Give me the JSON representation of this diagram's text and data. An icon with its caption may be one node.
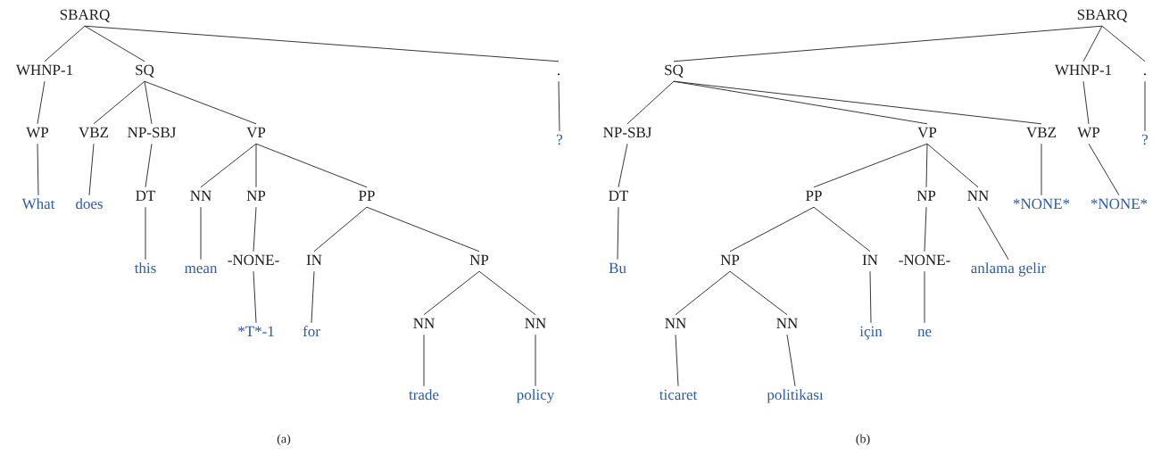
{
  "diagram": {
    "nodes": [
      {
        "text": [
          "SBARQ"
        ]
      },
      {
        "text": [
          "WHNP-1"
        ]
      },
      {
        "text": [
          "SQ"
        ]
      },
      {
        "text": [
          "."
        ]
      },
      {
        "text": [
          "WP"
        ]
      },
      {
        "text": [
          "VBZ"
        ]
      },
      {
        "text": [
          "NP-SBJ"
        ]
      },
      {
        "text": [
          "VP"
        ]
      },
      {
        "text": [
          "?"
        ]
      },
      {
        "text": [
          "What"
        ]
      },
      {
        "text": [
          "does"
        ]
      },
      {
        "text": [
          "DT"
        ]
      },
      {
        "text": [
          "NN"
        ]
      },
      {
        "text": [
          "NP"
        ]
      },
      {
        "text": [
          "PP"
        ]
      },
      {
        "text": [
          "this"
        ]
      },
      {
        "text": [
          "mean"
        ]
      },
      {
        "text": [
          "-NONE-"
        ]
      },
      {
        "text": [
          "IN"
        ]
      },
      {
        "text": [
          "*T*-1"
        ]
      },
      {
        "text": [
          "for"
        ]
      },
      {
        "text": [
          "NP"
        ]
      },
      {
        "text": [
          "NN"
        ]
      },
      {
        "text": [
          "NN"
        ]
      },
      {
        "text": [
          "trade"
        ]
      },
      {
        "text": [
          "policy"
        ]
      },
      {
        "text": [
          "SBARQ"
        ]
      },
      {
        "text": [
          "SQ"
        ]
      },
      {
        "text": [
          "WHNP-1"
        ]
      },
      {
        "text": [
          "."
        ]
      },
      {
        "text": [
          "NP-SBJ"
        ]
      },
      {
        "text": [
          "VP"
        ]
      },
      {
        "text": [
          "VBZ"
        ]
      },
      {
        "text": [
          "WP"
        ]
      },
      {
        "text": [
          "?"
        ]
      },
      {
        "text": [
          "DT"
        ]
      },
      {
        "text": [
          "PP"
        ]
      },
      {
        "text": [
          "NP"
        ]
      },
      {
        "text": [
          "NN"
        ]
      },
      {
        "text": [
          "*NONE*"
        ]
      },
      {
        "text": [
          "*NONE*"
        ]
      },
      {
        "text": [
          "Bu"
        ]
      },
      {
        "text": [
          "NP"
        ]
      },
      {
        "text": [
          "IN"
        ]
      },
      {
        "text": [
          "-NONE-"
        ]
      },
      {
        "text": [
          "anlama gelir"
        ]
      },
      {
        "text": [
          "NN"
        ]
      },
      {
        "text": [
          "NN"
        ]
      },
      {
        "text": [
          "için"
        ]
      },
      {
        "text": [
          "ne"
        ]
      },
      {
        "text": [
          "ticaret"
        ]
      },
      {
        "text": [
          "politikası"
        ]
      }
    ],
    "edges": [
      {
        "from": 0,
        "to": 1,
        "arrow": "none"
      },
      {
        "from": 0,
        "to": 2,
        "arrow": "none"
      },
      {
        "from": 0,
        "to": 3,
        "arrow": "none"
      },
      {
        "from": 1,
        "to": 4,
        "arrow": "none"
      },
      {
        "from": 2,
        "to": 5,
        "arrow": "none"
      },
      {
        "from": 2,
        "to": 6,
        "arrow": "none"
      },
      {
        "from": 2,
        "to": 7,
        "arrow": "none"
      },
      {
        "from": 3,
        "to": 8,
        "arrow": "none"
      },
      {
        "from": 4,
        "to": 9,
        "arrow": "none"
      },
      {
        "from": 5,
        "to": 10,
        "arrow": "none"
      },
      {
        "from": 6,
        "to": 11,
        "arrow": "none"
      },
      {
        "from": 7,
        "to": 12,
        "arrow": "none"
      },
      {
        "from": 7,
        "to": 13,
        "arrow": "none"
      },
      {
        "from": 7,
        "to": 14,
        "arrow": "none"
      },
      {
        "from": 11,
        "to": 15,
        "arrow": "none"
      },
      {
        "from": 12,
        "to": 16,
        "arrow": "none"
      },
      {
        "from": 13,
        "to": 17,
        "arrow": "none"
      },
      {
        "from": 14,
        "to": 18,
        "arrow": "none"
      },
      {
        "from": 14,
        "to": 21,
        "arrow": "none"
      },
      {
        "from": 17,
        "to": 19,
        "arrow": "none"
      },
      {
        "from": 18,
        "to": 20,
        "arrow": "none"
      },
      {
        "from": 21,
        "to": 22,
        "arrow": "none"
      },
      {
        "from": 21,
        "to": 23,
        "arrow": "none"
      },
      {
        "from": 22,
        "to": 24,
        "arrow": "none"
      },
      {
        "from": 23,
        "to": 25,
        "arrow": "none"
      },
      {
        "from": 26,
        "to": 27,
        "arrow": "none"
      },
      {
        "from": 26,
        "to": 28,
        "arrow": "none"
      },
      {
        "from": 26,
        "to": 29,
        "arrow": "none"
      },
      {
        "from": 27,
        "to": 30,
        "arrow": "none"
      },
      {
        "from": 27,
        "to": 31,
        "arrow": "none"
      },
      {
        "from": 27,
        "to": 32,
        "arrow": "none"
      },
      {
        "from": 28,
        "to": 33,
        "arrow": "none"
      },
      {
        "from": 29,
        "to": 34,
        "arrow": "none"
      },
      {
        "from": 30,
        "to": 35,
        "arrow": "none"
      },
      {
        "from": 31,
        "to": 36,
        "arrow": "none"
      },
      {
        "from": 31,
        "to": 37,
        "arrow": "none"
      },
      {
        "from": 31,
        "to": 38,
        "arrow": "none"
      },
      {
        "from": 32,
        "to": 39,
        "arrow": "none"
      },
      {
        "from": 33,
        "to": 40,
        "arrow": "none"
      },
      {
        "from": 35,
        "to": 41,
        "arrow": "none"
      },
      {
        "from": 36,
        "to": 42,
        "arrow": "none"
      },
      {
        "from": 36,
        "to": 43,
        "arrow": "none"
      },
      {
        "from": 37,
        "to": 44,
        "arrow": "none"
      },
      {
        "from": 38,
        "to": 45,
        "arrow": "none"
      },
      {
        "from": 42,
        "to": 46,
        "arrow": "none"
      },
      {
        "from": 42,
        "to": 47,
        "arrow": "none"
      },
      {
        "from": 43,
        "to": 48,
        "arrow": "none"
      },
      {
        "from": 44,
        "to": 49,
        "arrow": "none"
      },
      {
        "from": 46,
        "to": 50,
        "arrow": "none"
      },
      {
        "from": 47,
        "to": 51,
        "arrow": "none"
      }
    ],
    "labels": [
      "(a)",
      "(b)"
    ]
  }
}
